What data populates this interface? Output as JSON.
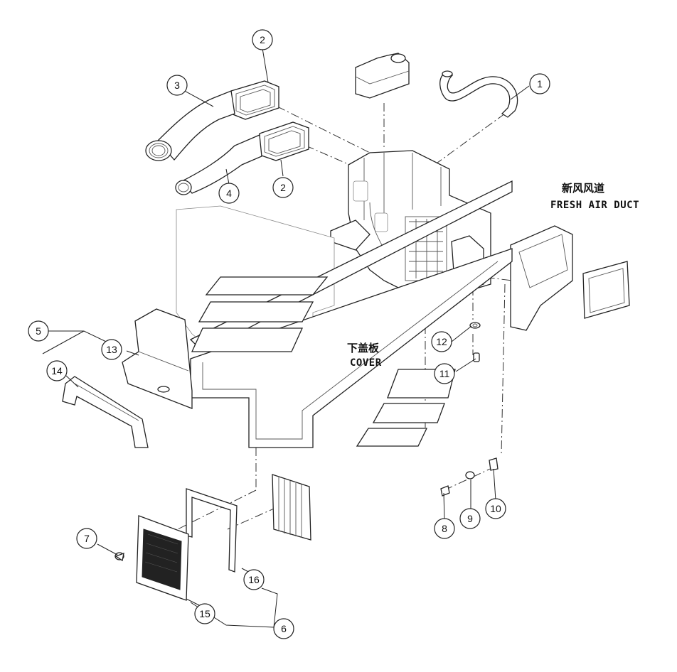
{
  "labels": {
    "fresh_air_duct_cn": "新风风道",
    "fresh_air_duct_en": "FRESH AIR DUCT",
    "cover_cn": "下盖板",
    "cover_en": "COVER"
  },
  "callouts": [
    "1",
    "2",
    "2",
    "3",
    "4",
    "5",
    "6",
    "7",
    "8",
    "9",
    "10",
    "11",
    "12",
    "13",
    "14",
    "15",
    "16"
  ]
}
